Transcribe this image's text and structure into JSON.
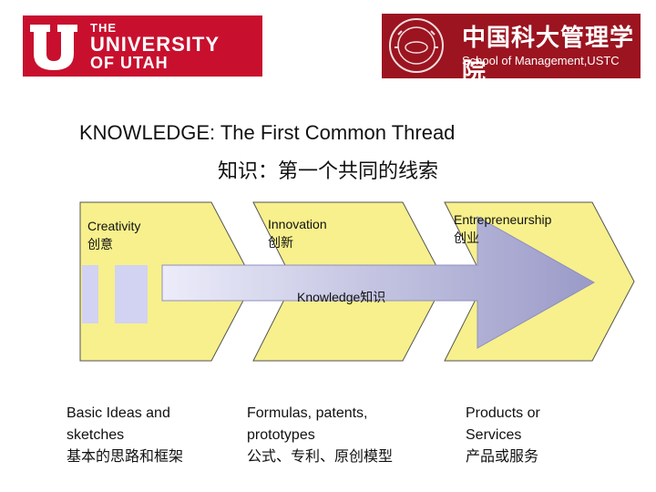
{
  "logos": {
    "utah": {
      "the": "THE",
      "university": "UNIVERSITY",
      "of_utah": "OF UTAH",
      "color": "#c8102e"
    },
    "ustc": {
      "name_cn": "中国科大管理学院",
      "name_en": "School of Management,USTC",
      "color": "#9b1420"
    }
  },
  "title": {
    "line1": "KNOWLEDGE:  The First Common Thread",
    "line2": "知识：第一个共同的线索"
  },
  "stages": [
    {
      "label_en": "Creativity",
      "label_cn": "创意"
    },
    {
      "label_en": "Innovation",
      "label_cn": "创新"
    },
    {
      "label_en": "Entrepreneurship",
      "label_cn": "创业"
    }
  ],
  "arrow": {
    "label": "Knowledge知识",
    "color": "#9a9ac8"
  },
  "outputs": [
    {
      "line1": "Basic Ideas and",
      "line2": "sketches",
      "line3": "基本的思路和框架"
    },
    {
      "line1": "Formulas, patents,",
      "line2": "prototypes",
      "line3": "公式、专利、原创模型"
    },
    {
      "line1": "Products or",
      "line2": "Services",
      "line3": "产品或服务"
    }
  ],
  "colors": {
    "chevron_fill": "#f7f08c",
    "chevron_stroke": "#555555"
  }
}
